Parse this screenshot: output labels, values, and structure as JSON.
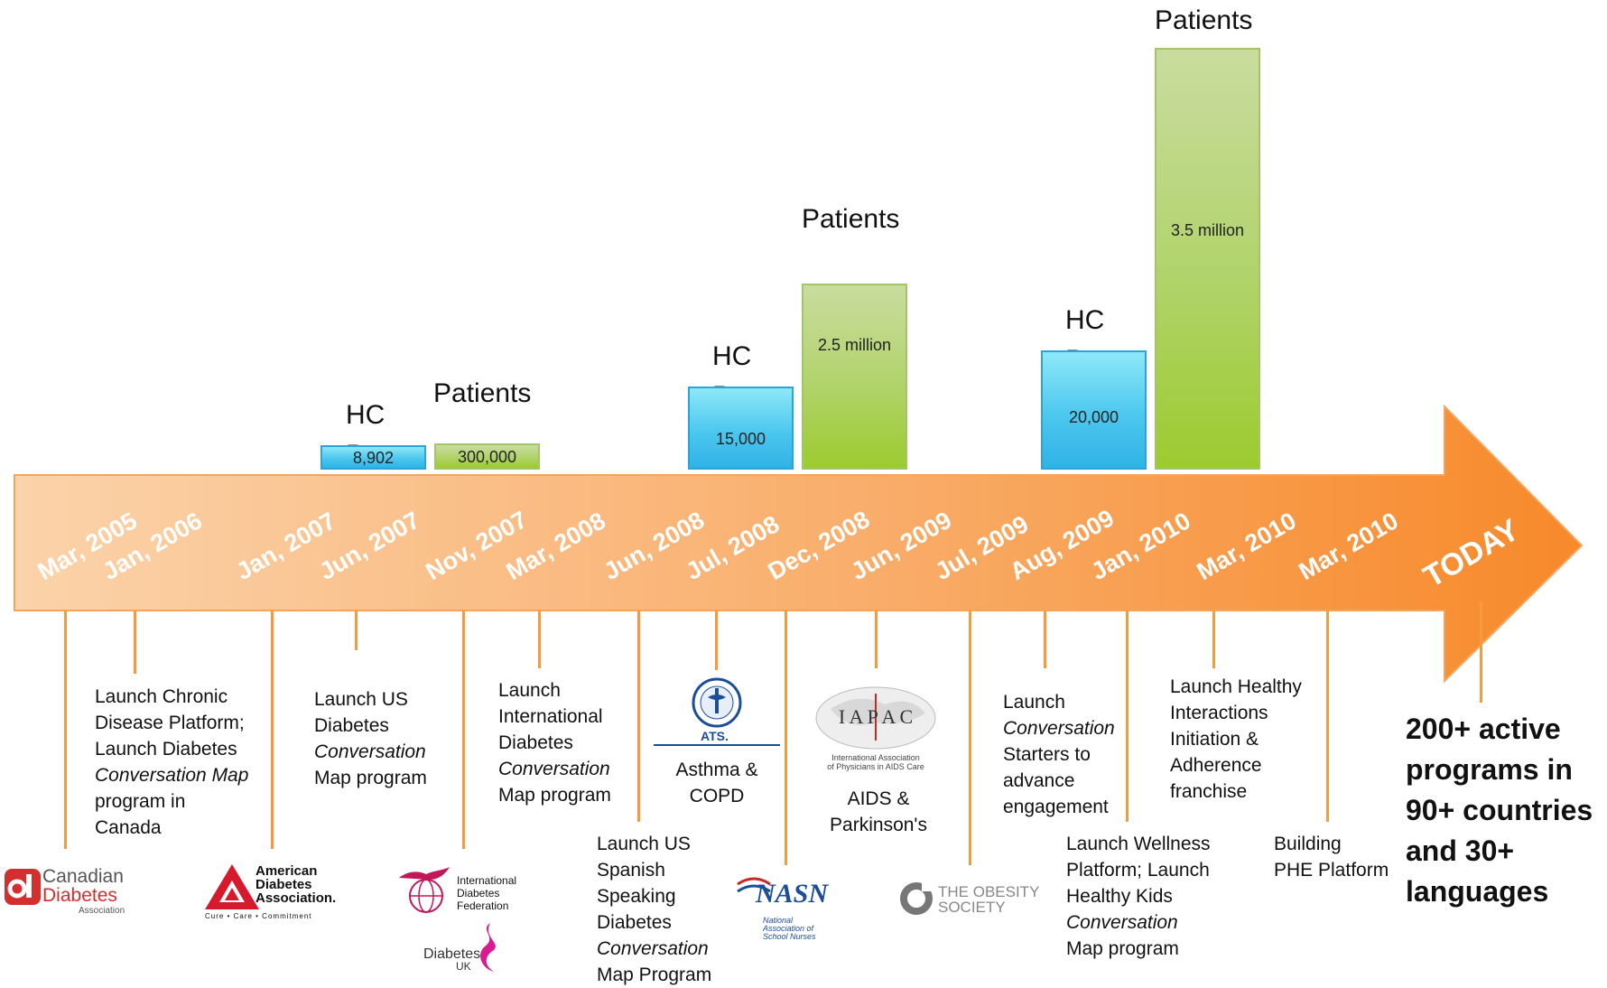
{
  "bars": [
    {
      "kind": "HCP",
      "label": "HC P",
      "value": "8,902",
      "color": "blue"
    },
    {
      "kind": "Patients",
      "label": "Patients",
      "value": "300,000",
      "color": "green"
    },
    {
      "kind": "HCP",
      "label": "HC P",
      "value": "15,000",
      "color": "blue"
    },
    {
      "kind": "Patients",
      "label": "Patients",
      "value": "2.5 million",
      "color": "green"
    },
    {
      "kind": "HCP",
      "label": "HC P",
      "value": "20,000",
      "color": "blue"
    },
    {
      "kind": "Patients",
      "label": "Patients",
      "value": "3.5 million",
      "color": "green"
    }
  ],
  "labels": {
    "hc": "HC",
    "p": "P",
    "patients": "Patients"
  },
  "dates": [
    "Mar, 2005",
    "Jan, 2006",
    "Jan, 2007",
    "Jun, 2007",
    "Nov, 2007",
    "Mar, 2008",
    "Jun, 2008",
    "Jul, 2008",
    "Dec, 2008",
    "Jun, 2009",
    "Jul, 2009",
    "Aug, 2009",
    "Jan, 2010",
    "Mar, 2010",
    "Mar, 2010"
  ],
  "today": "TODAY",
  "notes": {
    "n1": [
      "Launch Chronic",
      "Disease Platform;",
      "Launch Diabetes",
      "Conversation Map",
      "program in",
      "Canada"
    ],
    "n2": [
      "Launch US",
      "Diabetes",
      "Conversation",
      "Map program"
    ],
    "n3": [
      "Launch",
      "International",
      "Diabetes",
      "Conversation",
      "Map program"
    ],
    "n4": [
      "Launch US",
      "Spanish",
      "Speaking",
      "Diabetes",
      "Conversation",
      "Map Program"
    ],
    "n5": [
      "Asthma &",
      "COPD"
    ],
    "n6": [
      "AIDS &",
      "Parkinson's"
    ],
    "n7": [
      "Launch",
      "Conversation",
      "Starters to",
      "advance",
      "engagement"
    ],
    "n8": [
      "Launch Wellness",
      "Platform; Launch",
      "Healthy Kids",
      "Conversation",
      "Map program"
    ],
    "n9": [
      "Launch Healthy",
      "Interactions",
      "Initiation &",
      "Adherence",
      "franchise"
    ],
    "n10": [
      "Building",
      "PHE Platform"
    ]
  },
  "summary": [
    "200+ active",
    "programs in",
    "90+ countries",
    "and 30+",
    "languages"
  ],
  "logos": {
    "cda": [
      "Canadian",
      "Diabetes",
      "Association"
    ],
    "ada": [
      "American",
      "Diabetes",
      "Association.",
      "Cure • Care • Commitment"
    ],
    "idf": [
      "International",
      "Diabetes",
      "Federation"
    ],
    "duk": [
      "Diabetes",
      "UK"
    ],
    "ats": [
      "ATS."
    ],
    "iapac": [
      "I A P A C",
      "International Association",
      "of Physicians in AIDS Care"
    ],
    "nasn": [
      "NASN",
      "National",
      "Association of",
      "School Nurses"
    ],
    "obesity": [
      "THE OBESITY",
      "SOCIETY"
    ]
  },
  "colors": {
    "arrow_start": "#fbd3aa",
    "arrow_end": "#f7892a",
    "tick": "#f79a3e",
    "hcp_bar": "#3fbdeb",
    "patients_bar": "#a6cc3a"
  }
}
